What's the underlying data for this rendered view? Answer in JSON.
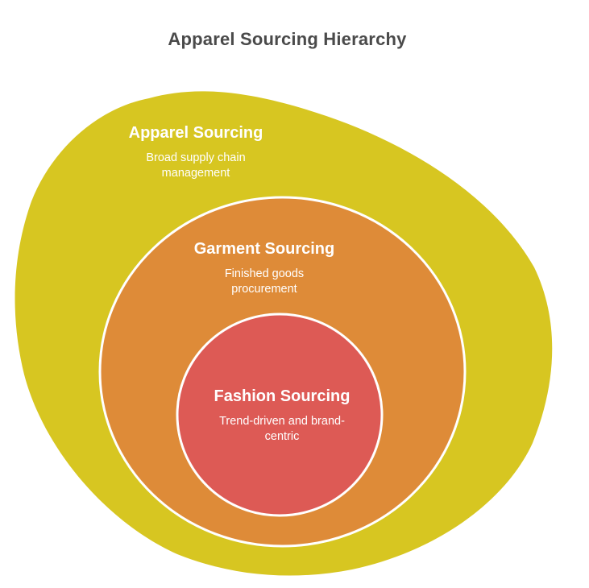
{
  "title": "Apparel Sourcing Hierarchy",
  "hierarchy": {
    "type": "nested-onion-diagram",
    "levels": [
      {
        "name": "Apparel Sourcing",
        "description": "Broad supply chain management",
        "color": "#d7c621"
      },
      {
        "name": "Garment Sourcing",
        "description": "Finished goods procurement",
        "color": "#de8b38"
      },
      {
        "name": "Fashion Sourcing",
        "description": "Trend-driven and brand-centric",
        "color": "#dd5a55"
      }
    ]
  },
  "colors": {
    "background": "#ffffff",
    "title_text": "#4a4a4a",
    "label_text": "#ffffff",
    "ring_separator": "#ffffff"
  }
}
